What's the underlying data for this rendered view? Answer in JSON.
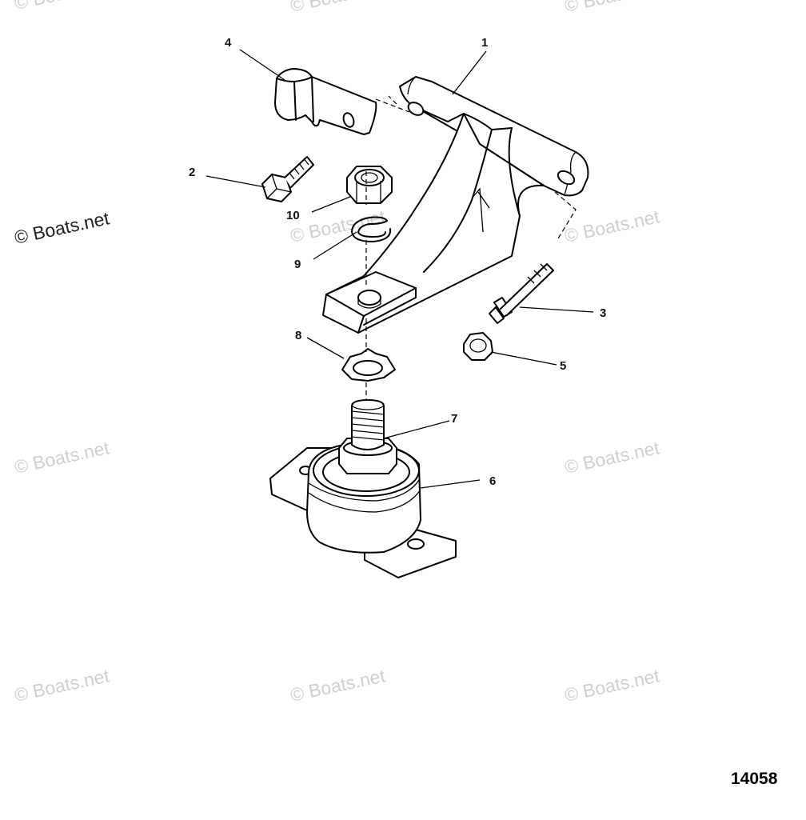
{
  "diagram": {
    "figure_number": "14058",
    "callouts": [
      {
        "id": "c1",
        "label": "1"
      },
      {
        "id": "c2",
        "label": "2"
      },
      {
        "id": "c3",
        "label": "3"
      },
      {
        "id": "c4",
        "label": "4"
      },
      {
        "id": "c5",
        "label": "5"
      },
      {
        "id": "c6",
        "label": "6"
      },
      {
        "id": "c7",
        "label": "7"
      },
      {
        "id": "c8",
        "label": "8"
      },
      {
        "id": "c9",
        "label": "9"
      },
      {
        "id": "c10",
        "label": "10"
      }
    ],
    "watermark": "© Boats.net"
  }
}
